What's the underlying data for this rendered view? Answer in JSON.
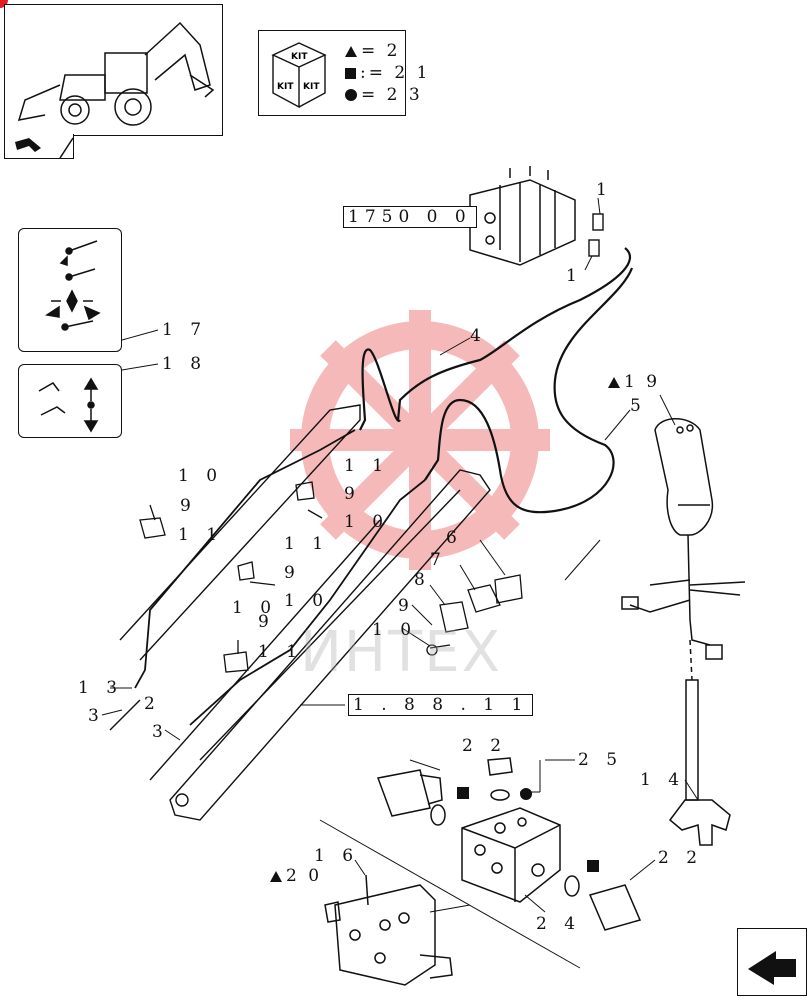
{
  "kit_box": {
    "kit_cube_faces": [
      "KIT",
      "KIT",
      "KIT"
    ],
    "lines": [
      {
        "icon": "triangle-icon",
        "text": "= 2"
      },
      {
        "icon": "square-icon",
        "text": ":= 2  1"
      },
      {
        "icon": "circle-icon",
        "text": "= 2  3"
      }
    ]
  },
  "reference_codes": {
    "valve_ref": "1750 0  0",
    "section_ref": "1 . 8 8 . 1 1"
  },
  "callouts": {
    "c1a": "1",
    "c1b": "1",
    "c4": "4",
    "c5": "5",
    "c17": "1  7",
    "c18": "1  8",
    "c19": "1  9",
    "c10a": "1  0",
    "c9a": "9",
    "c11a": "1  1",
    "c11b": "1  1",
    "c9b": "9",
    "c10b": "1  0",
    "c11c": "1  1",
    "c9c": "9",
    "c10c": "1  0",
    "c10d": "1  0",
    "c9d": "9",
    "c11d": "1  1",
    "c6": "6",
    "c7": "7",
    "c8": "8",
    "c9e": "9",
    "c10e": "1  0",
    "c13": "1  3",
    "c2": "2",
    "c3a": "3",
    "c3b": "3",
    "c22a": "2  2",
    "c25": "2  5",
    "c14": "1  4",
    "c16": "1  6",
    "c20": "2  0",
    "c24": "2  4",
    "c22b": "2  2"
  },
  "watermark": "ИНТЕХ",
  "colors": {
    "line": "#111111",
    "watermark_red": "#f08080",
    "corner_red": "#e31b23"
  }
}
